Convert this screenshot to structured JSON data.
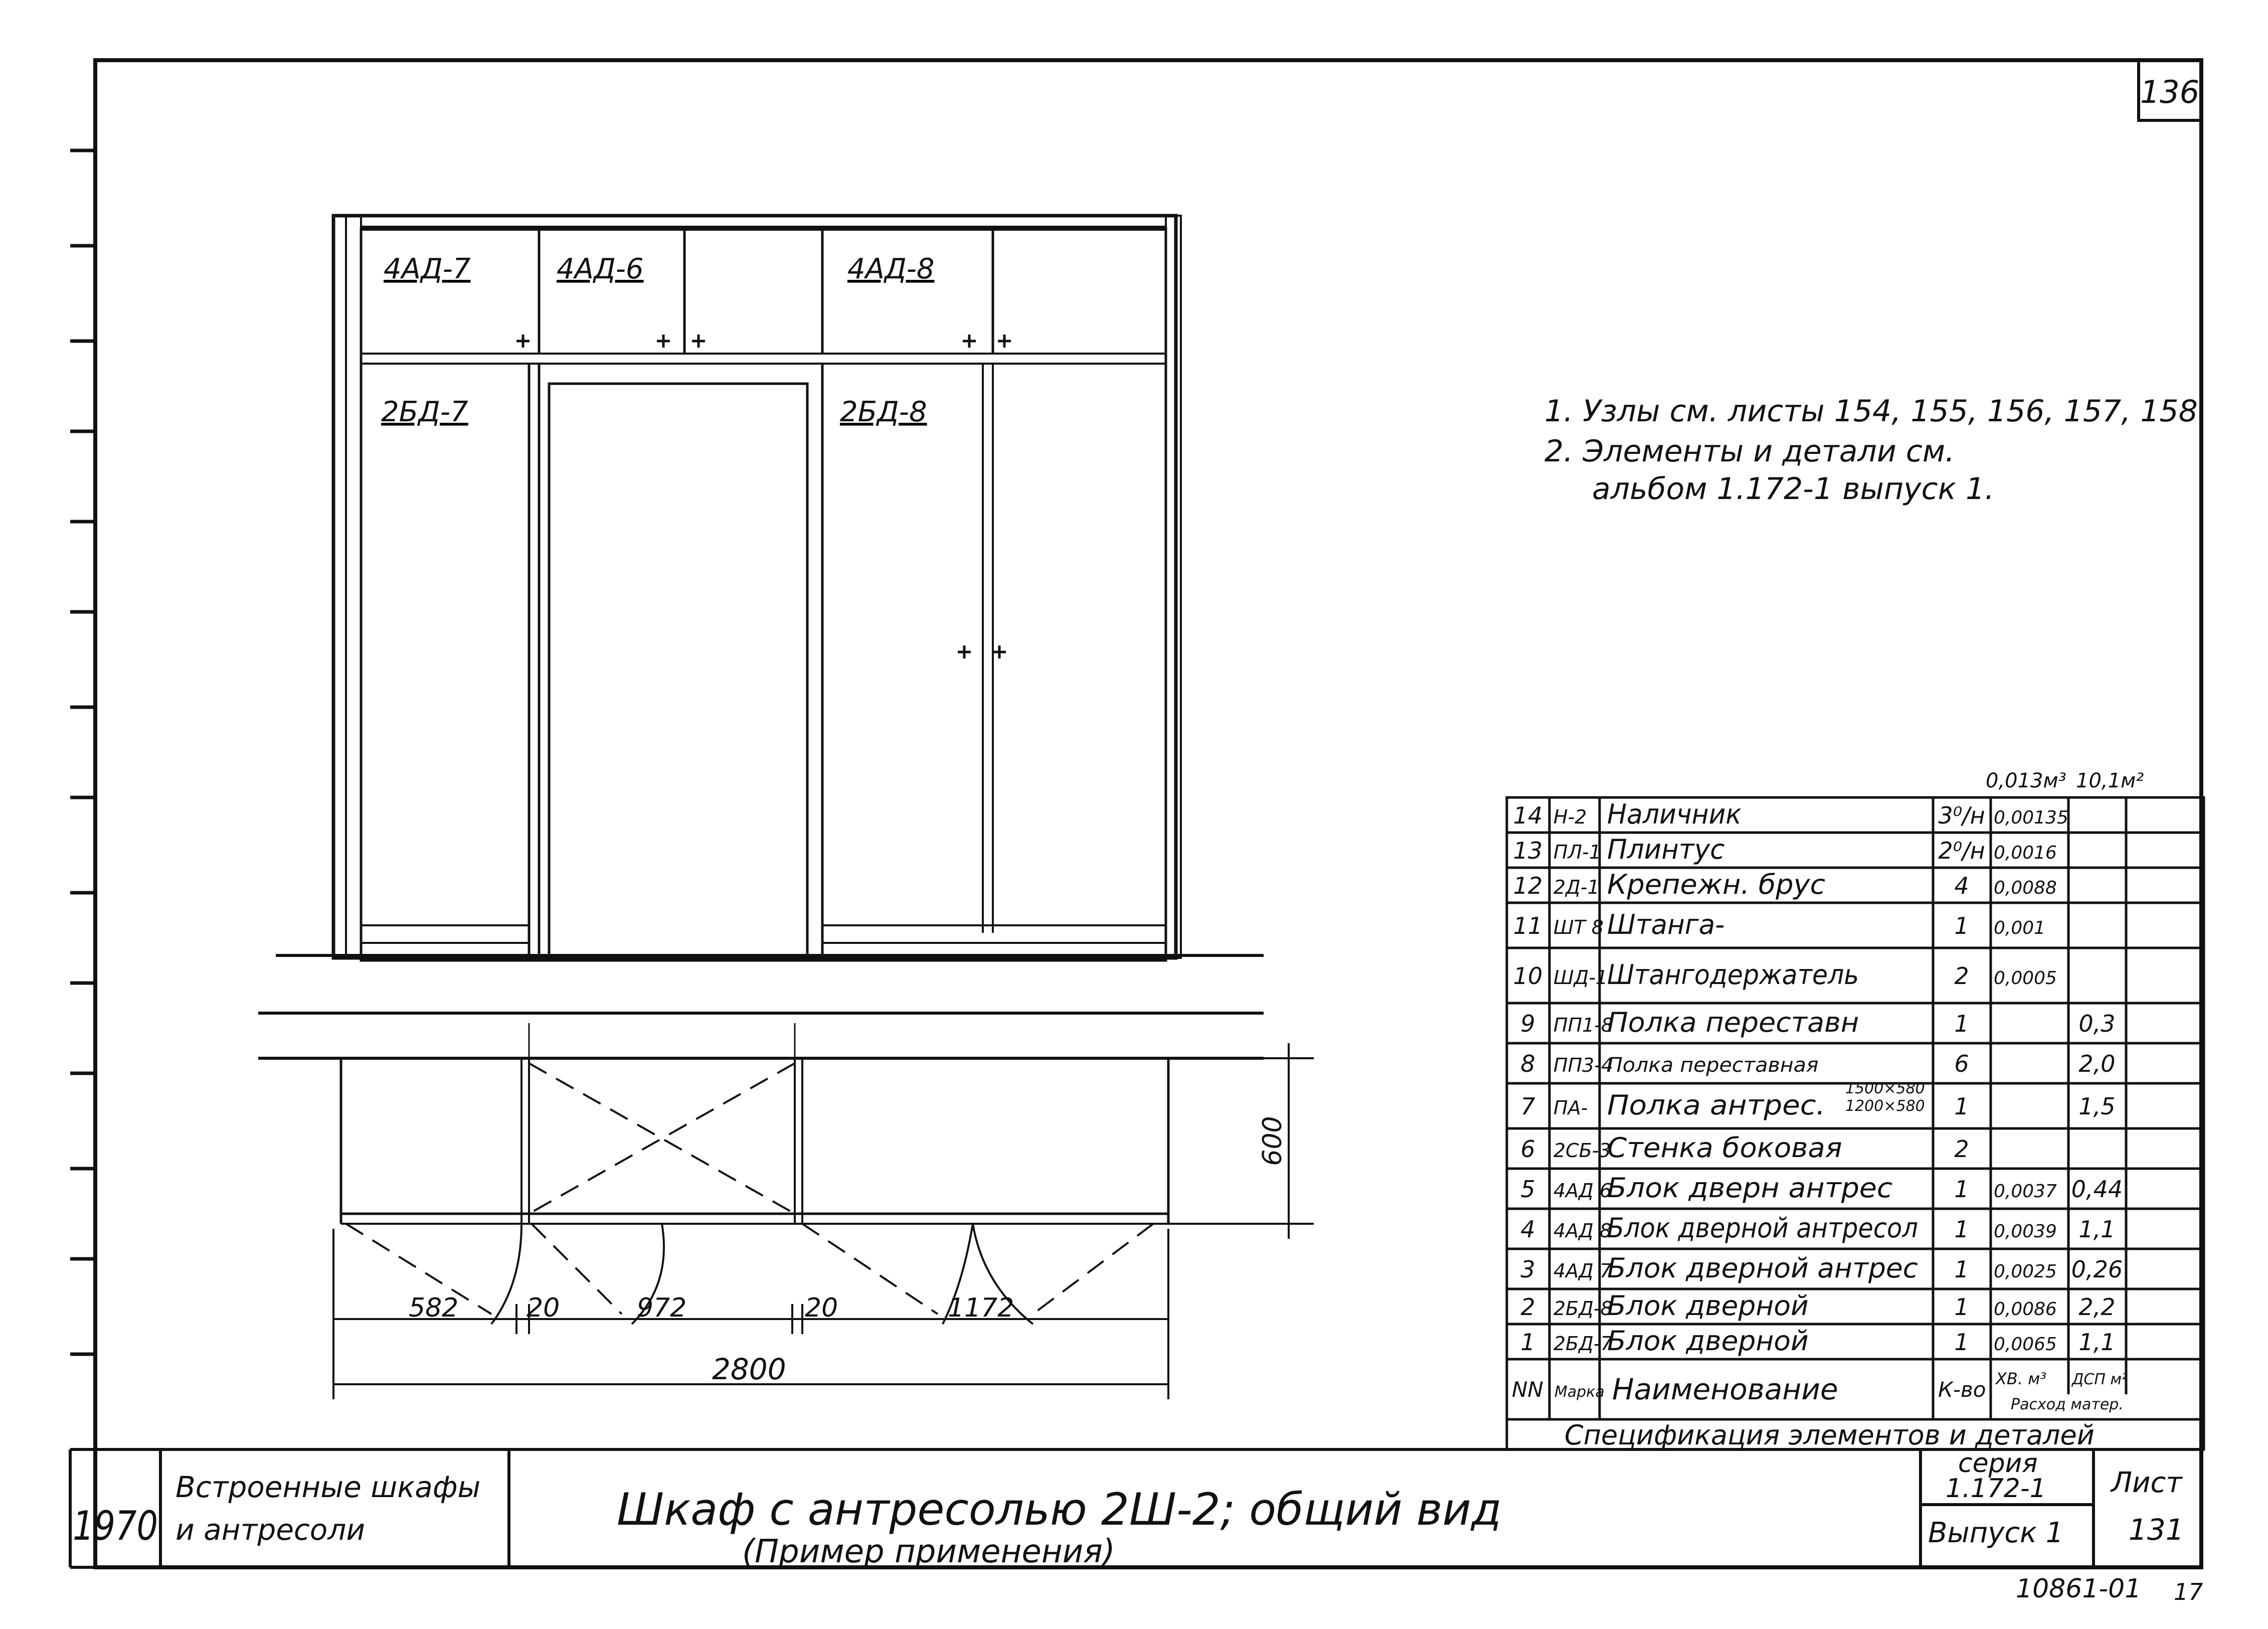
{
  "sheet_number": "136",
  "notes": [
    "1. Узлы см. листы 154, 155, 156, 157, 158.",
    "2. Элементы и детали см.",
    "альбом 1.172-1 выпуск 1."
  ],
  "elevation_labels": {
    "mezz_left": "4АД-7",
    "mezz_mid": "4АД-6",
    "mezz_right": "4АД-8",
    "door_left": "2БД-7",
    "door_right": "2БД-8"
  },
  "dimensions": {
    "d582": "582",
    "d20a": "20",
    "d972": "972",
    "d20b": "20",
    "d1172": "1172",
    "total": "2800",
    "depth": "600"
  },
  "spec": {
    "header_extra": [
      "0,013м³",
      "10,1м²"
    ],
    "rows": [
      {
        "n": "14",
        "mark": "Н-2",
        "name": "Наличник",
        "qty": "3⁰/н",
        "vol": "0,00135",
        "area": ""
      },
      {
        "n": "13",
        "mark": "ПЛ-1",
        "name": "Плинтус",
        "qty": "2⁰/н",
        "vol": "0,0016",
        "area": ""
      },
      {
        "n": "12",
        "mark": "2Д-1",
        "name": "Крепежн. брус",
        "qty": "4",
        "vol": "0,0088",
        "area": ""
      },
      {
        "n": "11",
        "mark": "ШТ 8",
        "name": "Штанга-",
        "qty": "1",
        "vol": "0,001",
        "area": ""
      },
      {
        "n": "10",
        "mark": "ШД-1",
        "name": "Штангодержатель",
        "qty": "2",
        "vol": "0,0005",
        "area": ""
      },
      {
        "n": "9",
        "mark": "ПП1-8",
        "name": "Полка переставн",
        "qty": "1",
        "vol": "",
        "area": "0,3"
      },
      {
        "n": "8",
        "mark": "ПП3-4",
        "name": "Полка переставная",
        "qty": "6",
        "vol": "",
        "area": "2,0"
      },
      {
        "n": "7",
        "mark": "ПА-",
        "name": "Полка антрес.",
        "qty": "1",
        "vol": "",
        "area": "1,5"
      },
      {
        "n": "6",
        "mark": "2СБ-3",
        "name": "Стенка боковая",
        "qty": "2",
        "vol": "",
        "area": ""
      },
      {
        "n": "5",
        "mark": "4АД 6",
        "name": "Блок дверн антрес",
        "qty": "1",
        "vol": "0,0037",
        "area": "0,44"
      },
      {
        "n": "4",
        "mark": "4АД 8",
        "name": "Блок дверной антресол",
        "qty": "1",
        "vol": "0,0039",
        "area": "1,1"
      },
      {
        "n": "3",
        "mark": "4АД 7",
        "name": "Блок дверной антрес",
        "qty": "1",
        "vol": "0,0025",
        "area": "0,26"
      },
      {
        "n": "2",
        "mark": "2БД-8",
        "name": "Блок дверной",
        "qty": "1",
        "vol": "0,0086",
        "area": "2,2"
      },
      {
        "n": "1",
        "mark": "2БД-7",
        "name": "Блок дверной",
        "qty": "1",
        "vol": "0,0065",
        "area": "1,1"
      }
    ],
    "row7_sizes": [
      "1500×580",
      "1200×580"
    ],
    "header": {
      "n": "NN",
      "mark": "Марка",
      "name": "Наименование",
      "qty": "К-во",
      "vol": "ХВ. м³",
      "area": "ДСП м²"
    },
    "subheader": "Расход матер.",
    "caption": "Спецификация элементов и деталей"
  },
  "title_block": {
    "year": "1970",
    "album_line1": "Встроенные шкафы",
    "album_line2": "и антресоли",
    "title": "Шкаф с антресолью 2Ш-2; общий вид",
    "subtitle": "(Пример применения)",
    "series_label": "серия",
    "series_value": "1.172-1",
    "sheet_label": "Лист",
    "issue": "Выпуск 1",
    "sheet_value": "131",
    "archive_code": "10861-01",
    "archive_code2": "17"
  }
}
